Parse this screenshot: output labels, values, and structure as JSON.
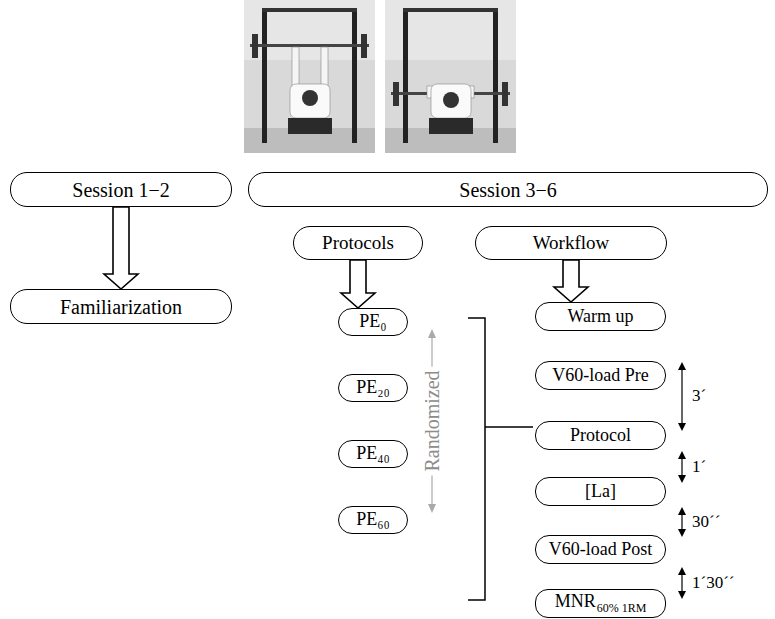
{
  "diagram": {
    "nodes": [
      {
        "text": [
          "Session 1−2"
        ]
      },
      {
        "text": [
          "Familiarization"
        ]
      },
      {
        "text": [
          "Session 3−6"
        ]
      },
      {
        "text": [
          "Protocols"
        ]
      },
      {
        "text": [
          "Workflow"
        ]
      },
      {
        "text": [
          "PE₀"
        ]
      },
      {
        "text": [
          "PE₂₀"
        ]
      },
      {
        "text": [
          "PE₄₀"
        ]
      },
      {
        "text": [
          "PE₆₀"
        ]
      },
      {
        "text": [
          "Warm up"
        ]
      },
      {
        "text": [
          "V60-load Pre"
        ]
      },
      {
        "text": [
          "Protocol"
        ]
      },
      {
        "text": [
          "[La]"
        ]
      },
      {
        "text": [
          "V60-load Post"
        ]
      },
      {
        "text": [
          "MNR",
          "60% 1RM"
        ]
      }
    ],
    "edges": [
      {
        "from": 0,
        "to": 1,
        "arrow": "to"
      },
      {
        "from": 3,
        "to": 5,
        "arrow": "to"
      },
      {
        "from": 4,
        "to": 9,
        "arrow": "to"
      }
    ],
    "labels": [
      "Randomized",
      "3´",
      "1´",
      "30´´",
      "1´30´´"
    ]
  }
}
